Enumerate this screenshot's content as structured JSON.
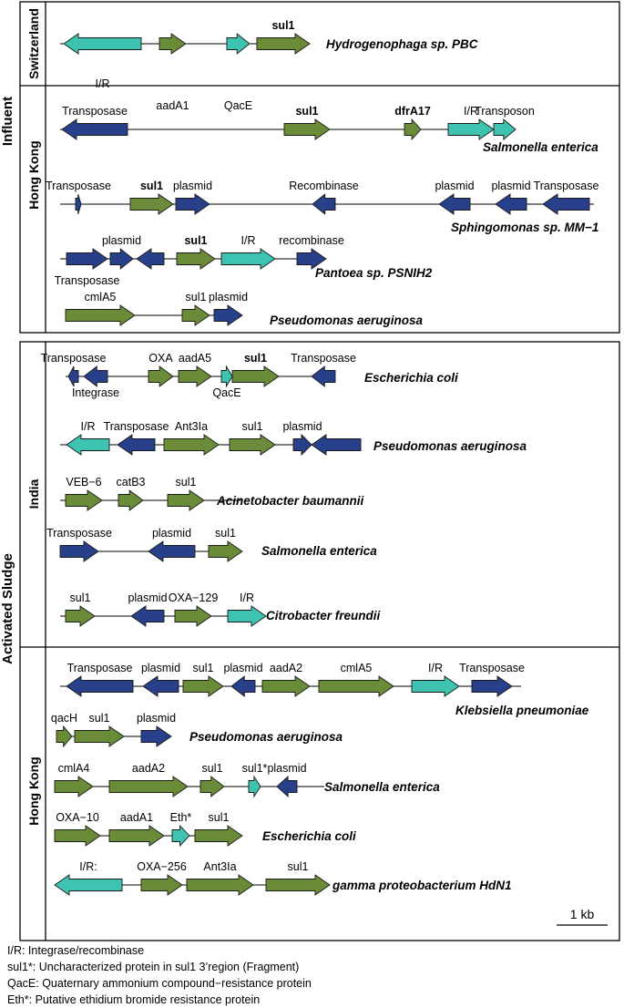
{
  "colors": {
    "green": "#6a8b38",
    "navy": "#283f8a",
    "teal": "#3ec3b0",
    "outline": "#1a1a1a"
  },
  "groups": {
    "influent": "Influent",
    "sludge": "Activated Sludge"
  },
  "regions": [
    {
      "label": "Switzerland"
    },
    {
      "label": "Hong Kong"
    },
    {
      "label": "India"
    },
    {
      "label": "Hong Kong"
    }
  ],
  "scale_label": "1 kb",
  "rows": [
    {
      "organism": "Hydrogenophaga sp. PBC",
      "genes": [
        {
          "label": "I/R",
          "color": "teal",
          "dir": "left",
          "lp": "above"
        },
        {
          "label": "aadA1",
          "color": "green",
          "dir": "right",
          "lp": "below"
        },
        {
          "label": "QacE",
          "color": "teal",
          "dir": "right",
          "lp": "below"
        },
        {
          "label": "sul1",
          "color": "green",
          "dir": "right",
          "lp": "above",
          "bold": true
        }
      ]
    },
    {
      "organism": "Salmonella enterica",
      "genes": [
        {
          "label": "Transposase",
          "color": "navy",
          "dir": "left",
          "lp": "above"
        },
        {
          "label": "sul1",
          "color": "green",
          "dir": "right",
          "lp": "above",
          "bold": true
        },
        {
          "label": "dfrA17",
          "color": "green",
          "dir": "right",
          "lp": "above",
          "bold": true
        },
        {
          "label": "I/R",
          "color": "teal",
          "dir": "right",
          "lp": "above"
        },
        {
          "label": "Transposon",
          "color": "teal",
          "dir": "right",
          "lp": "above"
        }
      ]
    },
    {
      "organism": "Sphingomonas sp. MM−1",
      "genes": [
        {
          "label": "Transposase",
          "color": "navy",
          "dir": "right",
          "lp": "above"
        },
        {
          "label": "sul1",
          "color": "green",
          "dir": "right",
          "lp": "above",
          "bold": true
        },
        {
          "label": "plasmid",
          "color": "navy",
          "dir": "right",
          "lp": "above"
        },
        {
          "label": "Recombinase",
          "color": "navy",
          "dir": "left",
          "lp": "above"
        },
        {
          "label": "plasmid",
          "color": "navy",
          "dir": "left",
          "lp": "above"
        },
        {
          "label": "plasmid",
          "color": "navy",
          "dir": "left",
          "lp": "above"
        },
        {
          "label": "Transposase",
          "color": "navy",
          "dir": "left",
          "lp": "above"
        }
      ]
    },
    {
      "organism": "Pantoea sp. PSNIH2",
      "genes": [
        {
          "label": "Transposase",
          "color": "navy",
          "dir": "right",
          "lp": "below"
        },
        {
          "label": "plasmid",
          "color": "navy",
          "dir": "right",
          "lp": "above"
        },
        {
          "label": "",
          "color": "navy",
          "dir": "left",
          "lp": "none"
        },
        {
          "label": "sul1",
          "color": "green",
          "dir": "right",
          "lp": "above",
          "bold": true
        },
        {
          "label": "I/R",
          "color": "teal",
          "dir": "right",
          "lp": "above"
        },
        {
          "label": "recombinase",
          "color": "navy",
          "dir": "right",
          "lp": "above"
        }
      ]
    },
    {
      "organism": "Pseudomonas aeruginosa",
      "genes": [
        {
          "label": "cmlA5",
          "color": "green",
          "dir": "right",
          "lp": "above"
        },
        {
          "label": "sul1",
          "color": "green",
          "dir": "right",
          "lp": "above"
        },
        {
          "label": "plasmid",
          "color": "navy",
          "dir": "right",
          "lp": "above"
        }
      ]
    },
    {
      "organism": "Escherichia coli",
      "genes": [
        {
          "label": "Transposase",
          "color": "navy",
          "dir": "left",
          "lp": "above"
        },
        {
          "label": "Integrase",
          "color": "navy",
          "dir": "left",
          "lp": "below"
        },
        {
          "label": "OXA",
          "color": "green",
          "dir": "right",
          "lp": "above"
        },
        {
          "label": "aadA5",
          "color": "green",
          "dir": "right",
          "lp": "above"
        },
        {
          "label": "QacE",
          "color": "teal",
          "dir": "right",
          "lp": "below"
        },
        {
          "label": "sul1",
          "color": "green",
          "dir": "right",
          "lp": "above",
          "bold": true
        },
        {
          "label": "Transposase",
          "color": "navy",
          "dir": "left",
          "lp": "above"
        }
      ]
    },
    {
      "organism": "Pseudomonas aeruginosa",
      "genes": [
        {
          "label": "I/R",
          "color": "teal",
          "dir": "left",
          "lp": "above"
        },
        {
          "label": "Transposase",
          "color": "navy",
          "dir": "left",
          "lp": "above"
        },
        {
          "label": "Ant3Ia",
          "color": "green",
          "dir": "right",
          "lp": "above"
        },
        {
          "label": "sul1",
          "color": "green",
          "dir": "right",
          "lp": "above"
        },
        {
          "label": "plasmid",
          "color": "navy",
          "dir": "right",
          "lp": "above"
        },
        {
          "label": "",
          "color": "navy",
          "dir": "left",
          "lp": "none"
        }
      ]
    },
    {
      "organism": "Acinetobacter baumannii",
      "genes": [
        {
          "label": "VEB−6",
          "color": "green",
          "dir": "right",
          "lp": "above"
        },
        {
          "label": "catB3",
          "color": "green",
          "dir": "right",
          "lp": "above"
        },
        {
          "label": "sul1",
          "color": "green",
          "dir": "right",
          "lp": "above"
        }
      ]
    },
    {
      "organism": "Salmonella enterica",
      "genes": [
        {
          "label": "Transposase",
          "color": "navy",
          "dir": "right",
          "lp": "above"
        },
        {
          "label": "plasmid",
          "color": "navy",
          "dir": "left",
          "lp": "above"
        },
        {
          "label": "sul1",
          "color": "green",
          "dir": "right",
          "lp": "above"
        }
      ]
    },
    {
      "organism": "Citrobacter freundii",
      "genes": [
        {
          "label": "sul1",
          "color": "green",
          "dir": "right",
          "lp": "above"
        },
        {
          "label": "plasmid",
          "color": "navy",
          "dir": "left",
          "lp": "above"
        },
        {
          "label": "OXA−129",
          "color": "green",
          "dir": "right",
          "lp": "above"
        },
        {
          "label": "I/R",
          "color": "teal",
          "dir": "right",
          "lp": "above"
        }
      ]
    },
    {
      "organism": "Klebsiella pneumoniae",
      "genes": [
        {
          "label": "Transposase",
          "color": "navy",
          "dir": "left",
          "lp": "above"
        },
        {
          "label": "plasmid",
          "color": "navy",
          "dir": "left",
          "lp": "above"
        },
        {
          "label": "sul1",
          "color": "green",
          "dir": "right",
          "lp": "above"
        },
        {
          "label": "plasmid",
          "color": "navy",
          "dir": "left",
          "lp": "above"
        },
        {
          "label": "aadA2",
          "color": "green",
          "dir": "right",
          "lp": "above"
        },
        {
          "label": "cmlA5",
          "color": "green",
          "dir": "right",
          "lp": "above"
        },
        {
          "label": "I/R",
          "color": "teal",
          "dir": "right",
          "lp": "above"
        },
        {
          "label": "Transposase",
          "color": "navy",
          "dir": "right",
          "lp": "above"
        }
      ]
    },
    {
      "organism": "Pseudomonas aeruginosa",
      "genes": [
        {
          "label": "qacH",
          "color": "green",
          "dir": "right",
          "lp": "above"
        },
        {
          "label": "sul1",
          "color": "green",
          "dir": "right",
          "lp": "above"
        },
        {
          "label": "plasmid",
          "color": "navy",
          "dir": "right",
          "lp": "above"
        }
      ]
    },
    {
      "organism": "Salmonella enterica",
      "genes": [
        {
          "label": "cmlA4",
          "color": "green",
          "dir": "right",
          "lp": "above"
        },
        {
          "label": "aadA2",
          "color": "green",
          "dir": "right",
          "lp": "above"
        },
        {
          "label": "sul1",
          "color": "green",
          "dir": "right",
          "lp": "above"
        },
        {
          "label": "sul1*",
          "color": "teal",
          "dir": "right",
          "lp": "above"
        },
        {
          "label": "plasmid",
          "color": "navy",
          "dir": "left",
          "lp": "above"
        }
      ]
    },
    {
      "organism": "Escherichia coli",
      "genes": [
        {
          "label": "OXA−10",
          "color": "green",
          "dir": "right",
          "lp": "above"
        },
        {
          "label": "aadA1",
          "color": "green",
          "dir": "right",
          "lp": "above"
        },
        {
          "label": "Eth*",
          "color": "teal",
          "dir": "right",
          "lp": "above"
        },
        {
          "label": "sul1",
          "color": "green",
          "dir": "right",
          "lp": "above"
        }
      ]
    },
    {
      "organism": "gamma proteobacterium HdN1",
      "genes": [
        {
          "label": "I/R:",
          "color": "teal",
          "dir": "left",
          "lp": "above"
        },
        {
          "label": "OXA−256",
          "color": "green",
          "dir": "right",
          "lp": "above"
        },
        {
          "label": "Ant3Ia",
          "color": "green",
          "dir": "right",
          "lp": "above"
        },
        {
          "label": "sul1",
          "color": "green",
          "dir": "right",
          "lp": "above"
        }
      ]
    }
  ],
  "legend": [
    "I/R: Integrase/recombinase",
    "sul1*: Uncharacterized protein in sul1 3’region (Fragment)",
    "QacE: Quaternary ammonium compound−resistance protein",
    "Eth*: Putative ethidium bromide resistance protein"
  ]
}
